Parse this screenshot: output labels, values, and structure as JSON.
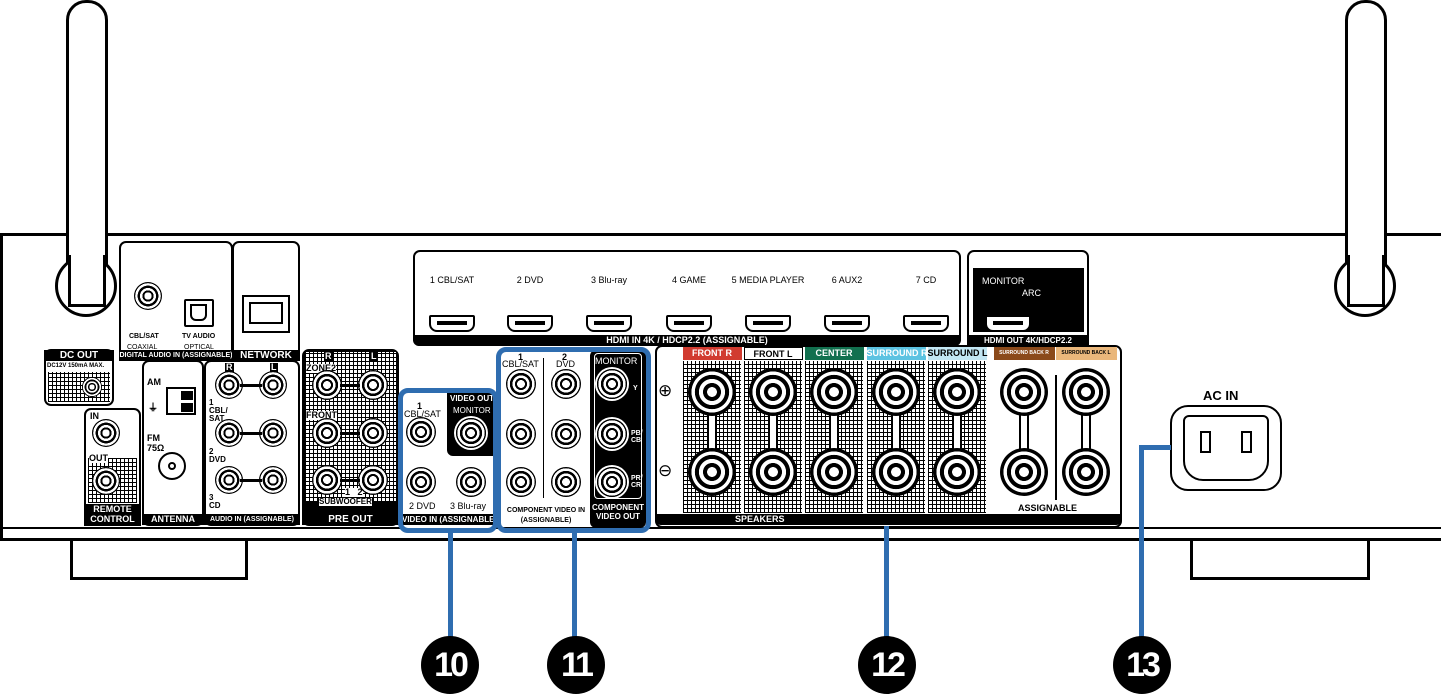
{
  "digital_audio": {
    "coaxial_input": "CBL/SAT",
    "coaxial": "COAXIAL",
    "optical_input": "TV AUDIO",
    "optical": "OPTICAL",
    "title": "DIGITAL AUDIO IN (ASSIGNABLE)"
  },
  "network": {
    "title": "NETWORK"
  },
  "dc_out": {
    "title": "DC OUT",
    "rating": "DC12V 150mA MAX."
  },
  "remote": {
    "in": "IN",
    "out": "OUT",
    "title": "REMOTE CONTROL"
  },
  "antenna": {
    "am": "AM",
    "fm": "FM",
    "fm_ohm": "75Ω",
    "title": "ANTENNA"
  },
  "audio_in": {
    "r": "R",
    "l": "L",
    "inputs": [
      "1 CBL/ SAT",
      "2 DVD",
      "3 CD"
    ],
    "title": "AUDIO IN (ASSIGNABLE)"
  },
  "pre_out": {
    "r": "R",
    "l": "L",
    "zone2": "ZONE2",
    "front": "FRONT",
    "sub_numbers": "1   2",
    "subwoofer": "SUBWOOFER",
    "title": "PRE OUT"
  },
  "hdmi_in": {
    "inputs": [
      "1 CBL/SAT",
      "2 DVD",
      "3 Blu-ray",
      "4 GAME",
      "5 MEDIA PLAYER",
      "6 AUX2",
      "7 CD"
    ],
    "title": "HDMI IN  4K / HDCP2.2 (ASSIGNABLE)"
  },
  "hdmi_out": {
    "monitor": "MONITOR",
    "arc": "ARC",
    "title": "HDMI OUT 4K/HDCP2.2"
  },
  "video_in": {
    "in1_num": "1",
    "in1": "CBL/SAT",
    "in2": "2 DVD",
    "in3": "3 Blu-ray",
    "video_out": "VIDEO OUT",
    "monitor": "MONITOR",
    "title": "VIDEO IN (ASSIGNABLE)"
  },
  "component_in": {
    "in1_num": "1",
    "in1": "CBL/SAT",
    "in2_num": "2",
    "in2": "DVD",
    "title": "COMPONENT VIDEO IN",
    "subtitle": "(ASSIGNABLE)"
  },
  "component_out": {
    "monitor": "MONITOR",
    "y": "Y",
    "pb": "PB/ CB",
    "pr": "PR/ CR",
    "title": "COMPONENT VIDEO OUT"
  },
  "speakers": {
    "plus": "⊕",
    "minus": "⊖",
    "channels": [
      {
        "label": "FRONT R",
        "color": "#d13b30",
        "text": "#fff"
      },
      {
        "label": "FRONT L",
        "color": "#ffffff",
        "text": "#000"
      },
      {
        "label": "CENTER",
        "color": "#12704f",
        "text": "#fff"
      },
      {
        "label": "SURROUND R",
        "color": "#5cc3e2",
        "text": "#fff"
      },
      {
        "label": "SURROUND L",
        "color": "#c2e6f3",
        "text": "#000"
      },
      {
        "label": "SURROUND BACK R",
        "color": "#8b4a1b",
        "text": "#fff"
      },
      {
        "label": "SURROUND BACK L",
        "color": "#eab77b",
        "text": "#000"
      }
    ],
    "assignable": "ASSIGNABLE",
    "title": "SPEAKERS"
  },
  "ac_in": {
    "title": "AC IN"
  },
  "callouts": [
    "⓾",
    "⓫",
    "⓬",
    "⓭"
  ],
  "callout_numbers": [
    "10",
    "11",
    "12",
    "13"
  ],
  "accent_color": "#2f6db0"
}
